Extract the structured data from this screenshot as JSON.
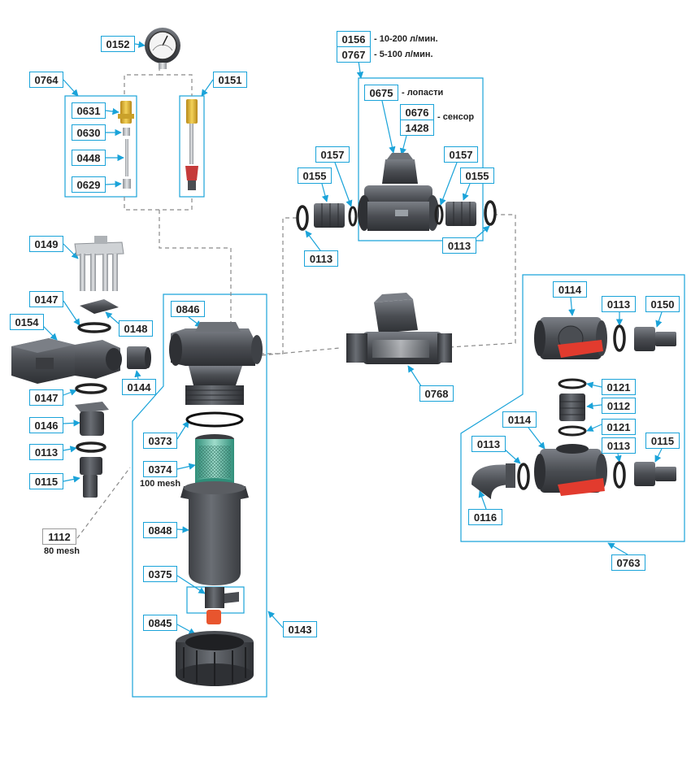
{
  "labels": {
    "p0152": "0152",
    "p0156": "0156",
    "p0767": "0767",
    "p0764": "0764",
    "p0151": "0151",
    "p0631": "0631",
    "p0630": "0630",
    "p0448": "0448",
    "p0629": "0629",
    "p0675": "0675",
    "p0676": "0676",
    "p1428": "1428",
    "p0157a": "0157",
    "p0155a": "0155",
    "p0157b": "0157",
    "p0155b": "0155",
    "p0113a": "0113",
    "p0113b": "0113",
    "p0149": "0149",
    "p0147a": "0147",
    "p0148": "0148",
    "p0154": "0154",
    "p0144": "0144",
    "p0147b": "0147",
    "p0146": "0146",
    "p0113c": "0113",
    "p0115a": "0115",
    "p1112": "1112",
    "p0846": "0846",
    "p0373": "0373",
    "p0374": "0374",
    "p0848": "0848",
    "p0375": "0375",
    "p0845": "0845",
    "p0143": "0143",
    "p0768": "0768",
    "p0114a": "0114",
    "p0113d": "0113",
    "p0150": "0150",
    "p0121a": "0121",
    "p0112": "0112",
    "p0114b": "0114",
    "p0121b": "0121",
    "p0113e": "0113",
    "p0113f": "0113",
    "p0115b": "0115",
    "p0116": "0116",
    "p0763": "0763"
  },
  "notes": {
    "flow_0156": "- 10-200 л/мин.",
    "flow_0767": "- 5-100 л/мин.",
    "blades_0675": "- лопасти",
    "sensor_0676": "- сенсор",
    "mesh_0374": "100 mesh",
    "mesh_1112": "80 mesh"
  },
  "colors": {
    "leader": "#1aa3d9",
    "dashed": "#8a8a8a",
    "part_dark": "#4a4d52",
    "part_mid": "#6e7278",
    "brass": "#e0b52a",
    "valve_handle": "#e23b2e",
    "filter_green": "#4fb39a"
  }
}
